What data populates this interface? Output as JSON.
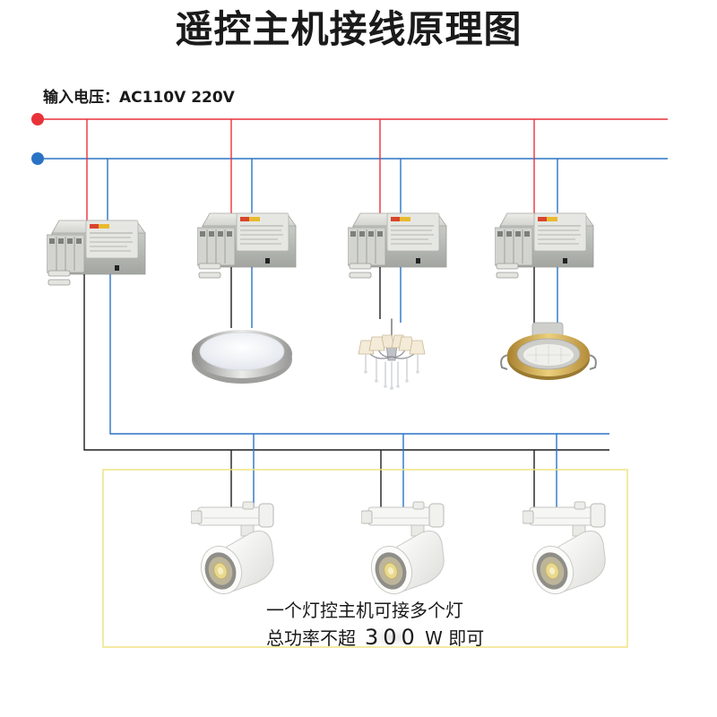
{
  "title": "遥控主机接线原理图",
  "input_voltage_label": "输入电压：AC110V  220V",
  "note": {
    "line1": "一个灯控主机可接多个灯",
    "line2_prefix": "总功率不超",
    "line2_number": "300",
    "line2_suffix": " W 即可"
  },
  "colors": {
    "live": "#e8323a",
    "neutral": "#2a73c4",
    "load": "#1e1e1e",
    "frame": "#efe27a"
  },
  "icons": {
    "controller": "controller-icon",
    "ceiling_light": "ceiling-light-icon",
    "chandelier": "chandelier-icon",
    "downlight": "downlight-icon",
    "track_light": "track-light-icon"
  }
}
